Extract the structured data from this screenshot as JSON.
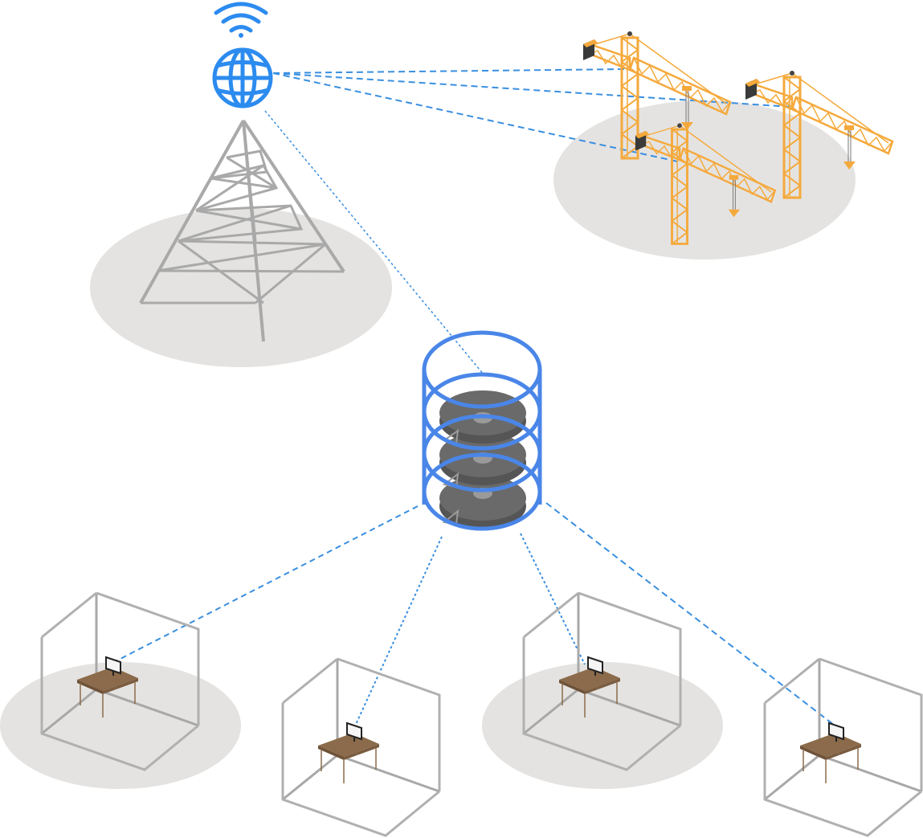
{
  "diagram": {
    "type": "network-illustration",
    "nodes": [
      {
        "id": "internet",
        "icon": "globe-icon"
      },
      {
        "id": "wifi",
        "icon": "wifi-icon"
      },
      {
        "id": "tower",
        "icon": "radio-tower-icon"
      },
      {
        "id": "database",
        "icon": "database-icon"
      },
      {
        "id": "crane-1",
        "icon": "tower-crane-icon"
      },
      {
        "id": "crane-2",
        "icon": "tower-crane-icon"
      },
      {
        "id": "crane-3",
        "icon": "tower-crane-icon"
      },
      {
        "id": "office-1",
        "icon": "desk-computer-icon"
      },
      {
        "id": "office-2",
        "icon": "desk-computer-icon"
      },
      {
        "id": "office-3",
        "icon": "desk-computer-icon"
      },
      {
        "id": "office-4",
        "icon": "desk-computer-icon"
      }
    ],
    "links": [
      {
        "from": "internet",
        "to": "crane-1",
        "style": "dashed"
      },
      {
        "from": "internet",
        "to": "crane-2",
        "style": "dashed"
      },
      {
        "from": "internet",
        "to": "crane-3",
        "style": "dashed"
      },
      {
        "from": "internet",
        "to": "database",
        "style": "dotted"
      },
      {
        "from": "database",
        "to": "office-1",
        "style": "dashed"
      },
      {
        "from": "database",
        "to": "office-2",
        "style": "dotted"
      },
      {
        "from": "database",
        "to": "office-3",
        "style": "dotted"
      },
      {
        "from": "database",
        "to": "office-4",
        "style": "dashed"
      }
    ],
    "colors": {
      "link": "#3a8fe0",
      "globe": "#2c8bef",
      "database_ring": "#4a86e8",
      "disk": "#5a5a5a",
      "crane": "#f5a93b",
      "crane_counterweight": "#3a3a3a",
      "tower": "#a9a9a9",
      "room_frame": "#b0b0b0",
      "desk": "#8b6b4b",
      "ground": "#e4e3e1"
    }
  }
}
